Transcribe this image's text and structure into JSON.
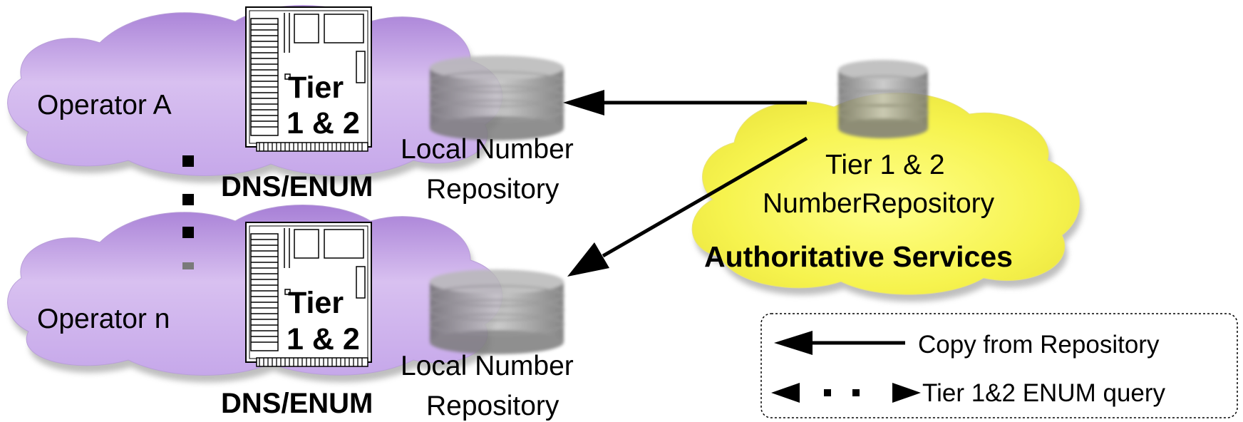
{
  "operator_a": {
    "label": "Operator A",
    "server_line1": "Tier",
    "server_line2": "1 & 2",
    "server_caption": "DNS/ENUM",
    "repo_line1": "Local Number",
    "repo_line2": "Repository"
  },
  "operator_n": {
    "label": "Operator n",
    "server_line1": "Tier",
    "server_line2": "1 & 2",
    "server_caption": "DNS/ENUM",
    "repo_line1": "Local Number",
    "repo_line2": "Repository"
  },
  "authoritative": {
    "line1": "Tier 1 & 2",
    "line2": "NumberRepository",
    "title": "Authoritative Services"
  },
  "legend": {
    "copy": "Copy from Repository",
    "query": "Tier 1&2 ENUM query"
  },
  "colors": {
    "cloud_purple": "#c9a8e8",
    "cloud_yellow": "#f4f25a",
    "database_grey": "#9a9a9a"
  }
}
